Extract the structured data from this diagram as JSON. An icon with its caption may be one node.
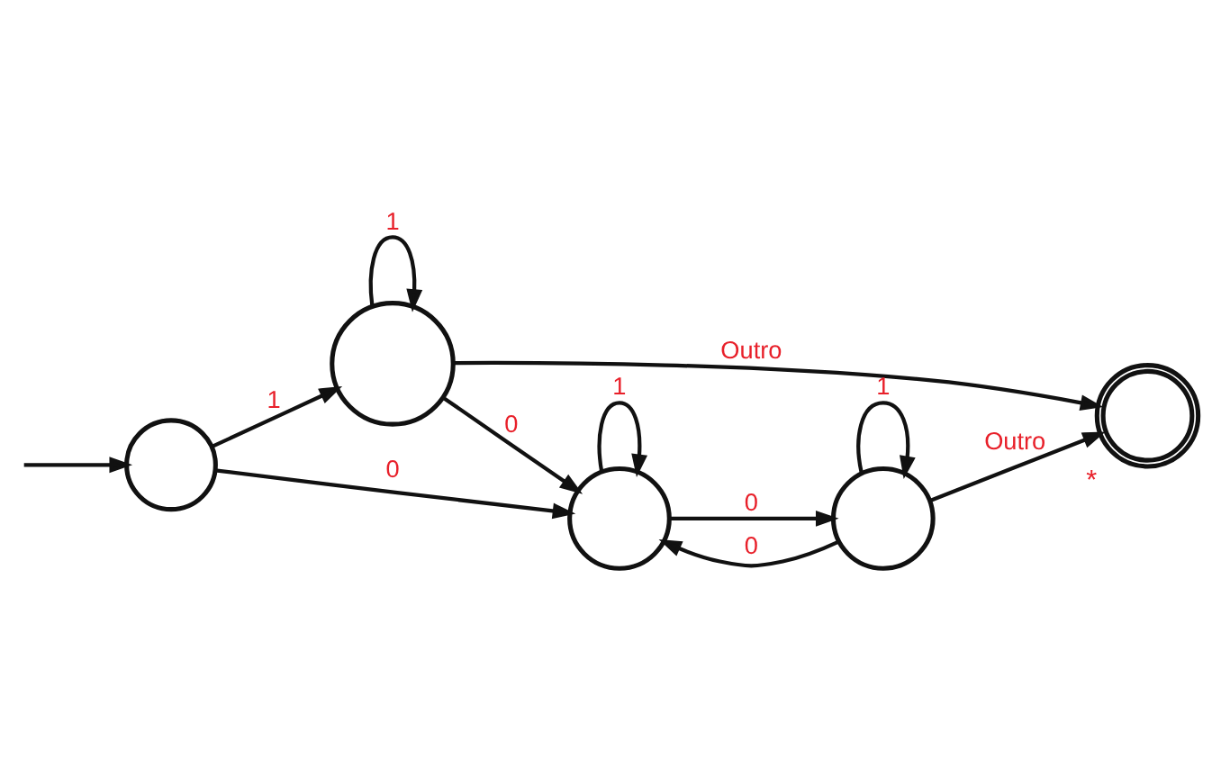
{
  "diagram": {
    "nodes": [
      {
        "text": [],
        "shape": "circle"
      },
      {
        "text": [],
        "shape": "circle"
      },
      {
        "text": [],
        "shape": "circle"
      },
      {
        "text": [],
        "shape": "circle"
      },
      {
        "text": [],
        "shape": "doublecircle",
        "beside": [
          "*"
        ]
      }
    ],
    "edges": [
      {
        "from": null,
        "to": 3,
        "arrow": "to"
      },
      {
        "from": 3,
        "to": 0,
        "label": "1",
        "arrow": "to"
      },
      {
        "from": 3,
        "to": 1,
        "label": "0",
        "arrow": "to"
      },
      {
        "from": 0,
        "to": 0,
        "label": "1",
        "arrow": "to"
      },
      {
        "from": 0,
        "to": 1,
        "label": "0",
        "arrow": "to"
      },
      {
        "from": 0,
        "to": 4,
        "label": "Outro",
        "arrow": "to"
      },
      {
        "from": 1,
        "to": 1,
        "label": "1",
        "arrow": "to"
      },
      {
        "from": 1,
        "to": 2,
        "label": "0",
        "arrow": "to"
      },
      {
        "from": 2,
        "to": 1,
        "label": "0",
        "arrow": "to"
      },
      {
        "from": 2,
        "to": 2,
        "label": "1",
        "arrow": "to"
      },
      {
        "from": 2,
        "to": 4,
        "label": "Outro",
        "arrow": "to"
      }
    ]
  }
}
